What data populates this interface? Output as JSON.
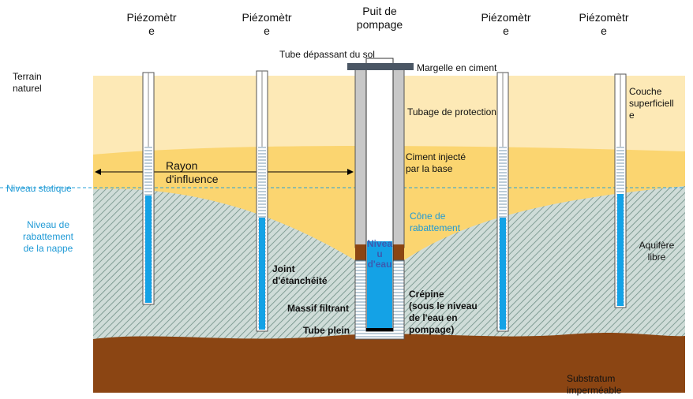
{
  "labels": {
    "piezo": [
      "Piézomètr\ne",
      "Piézomètr\ne",
      "Piézomètr\ne",
      "Piézomètr\ne"
    ],
    "puit": "Puit de\npompage",
    "tube_depassant": "Tube dépassant du sol",
    "margelle": "Margelle en ciment",
    "terrain": "Terrain\nnaturel",
    "tubage": "Tubage de protection",
    "couche": "Couche\nsuperficiell\ne",
    "ciment": "Ciment injecté\npar la base",
    "rayon": "Rayon\nd'influence",
    "niveau_statique": "Niveau statique",
    "cone": "Cône de\nrabattement",
    "niveau_rabattement": "Niveau de\nrabattement\nde la nappe",
    "niveau_eau": "Nivea\nu\nd'eau",
    "aquifere": "Aquifère\nlibre",
    "joint": "Joint\nd'étanchéité",
    "crepine": "Crépine\n(sous le niveau\nde l'eau en\npompage)",
    "massif": "Massif filtrant",
    "tube_plein": "Tube plein",
    "substratum": "Substratum\nimperméable"
  },
  "colors": {
    "sand_light": "#fde9b6",
    "sand": "#fbd570",
    "aquifer": "#cfdcd8",
    "hatch": "#6f8f86",
    "substratum": "#8b4513",
    "water": "#14a2e6",
    "static_line": "#2aa3d8",
    "casing": "#c8c8c8",
    "margelle": "#4a5664"
  }
}
